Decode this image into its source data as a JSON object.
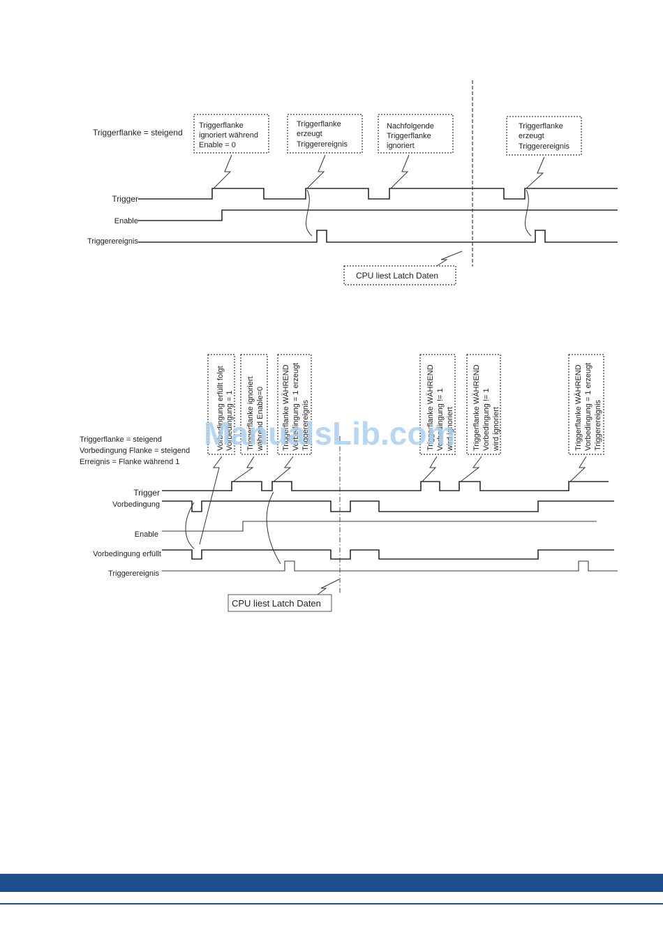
{
  "diagram1": {
    "condition": "Triggerflanke = steigend",
    "signals": [
      "Trigger",
      "Enable",
      "Triggerereignis"
    ],
    "notes": [
      [
        "Triggerflanke",
        "ignoriert während",
        "Enable = 0"
      ],
      [
        "Triggerflanke",
        "erzeugt",
        "Triggerereignis"
      ],
      [
        "Nachfolgende",
        "Triggerflanke",
        "ignoriert"
      ],
      [
        "Triggerflanke",
        "erzeugt",
        "Triggerereignis"
      ]
    ],
    "cpu_note": "CPU liest Latch Daten"
  },
  "diagram2": {
    "conditions": [
      "Triggerflanke = steigend",
      "Vorbedingung Flanke = steigend",
      "Erreignis = Flanke während 1"
    ],
    "signals": [
      "Trigger",
      "Vorbedingung",
      "Enable",
      "Vorbedingung erfüllt",
      "Triggerereignis"
    ],
    "notes": [
      [
        "Vorbedingung erfüllt folgt",
        "Vorbedingung = 1"
      ],
      [
        "Triggerflanke ignoriert",
        "während Enable=0"
      ],
      [
        "Triggerflanke WÄHREND",
        "Vorbedingung = 1 erzeugt",
        "Triggerereignis"
      ],
      [
        "Triggerflanke WÄHREND",
        "Vorbedingung != 1",
        "wird ignoriert"
      ],
      [
        "Triggerflanke WÄHREND",
        "Vorbedingung != 1",
        "wird ignoriert"
      ],
      [
        "Triggerflanke WÄHREND",
        "Vorbedingung = 1 erzeugt",
        "Triggerereignis"
      ]
    ],
    "cpu_note": "CPU liest Latch Daten"
  },
  "watermark": "ManualsLib.com",
  "colors": {
    "footer": "#1f4f8a",
    "watermark": "#aad0ef"
  }
}
